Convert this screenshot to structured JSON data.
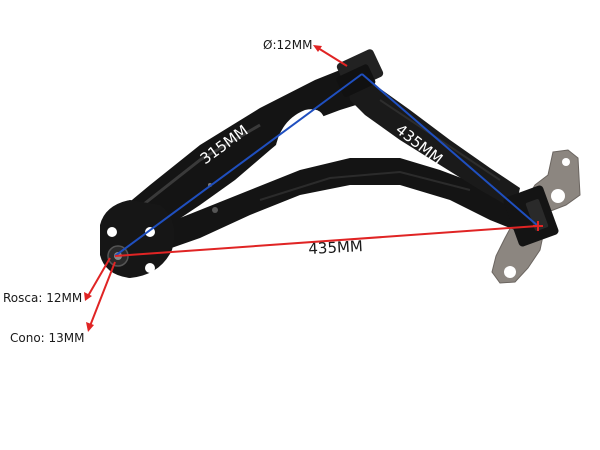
{
  "product": {
    "type": "suspension-control-arm",
    "colors": {
      "arm_body": "#141414",
      "arm_highlight": "#3a3a3a",
      "bracket_metal": "#8c8680",
      "background": "#ffffff",
      "measure_red": "#e02424",
      "measure_blue": "#1f4fbf"
    }
  },
  "annotations": {
    "bushing_diameter": "Ø:12MM",
    "thread": "Rosca: 12MM",
    "cone": "Cono: 13MM",
    "length_inner": "315MM",
    "length_outer": "435MM",
    "length_bottom": "435MM"
  }
}
